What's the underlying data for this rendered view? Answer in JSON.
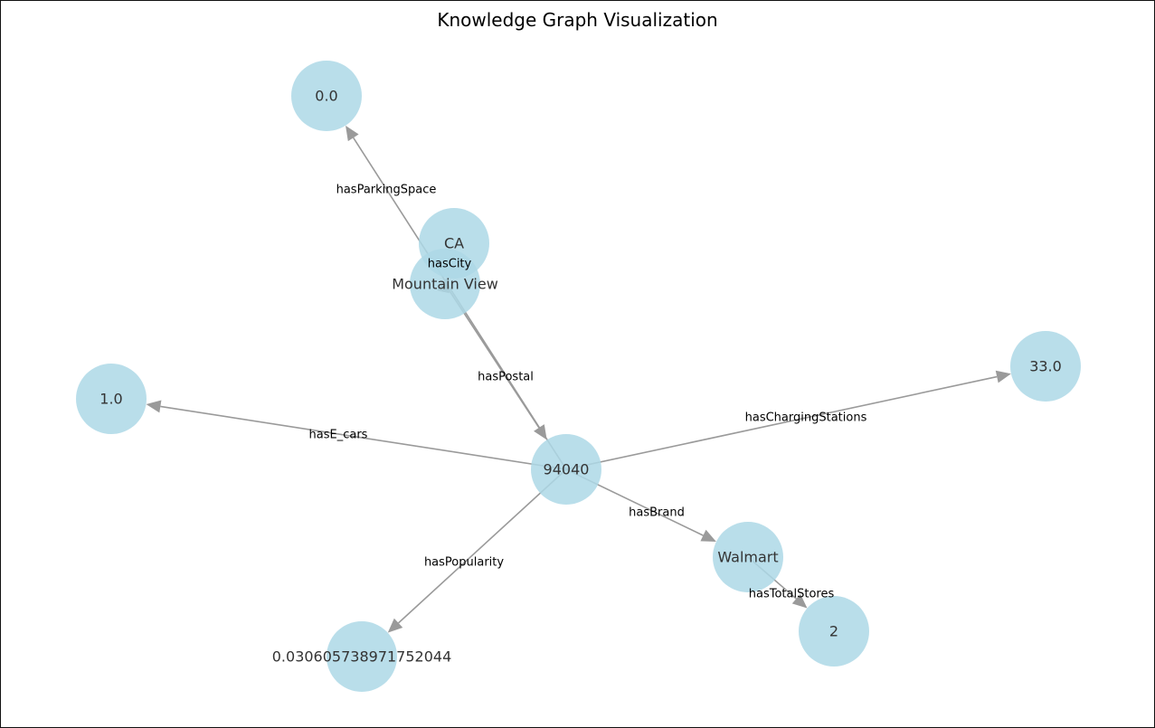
{
  "title": "Knowledge Graph Visualization",
  "colors": {
    "node_fill": "#add8e6",
    "edge_stroke": "#9a9a9a",
    "label_text": "#333333"
  },
  "nodes": [
    {
      "id": "n0",
      "label": "0.0"
    },
    {
      "id": "ca",
      "label": "CA"
    },
    {
      "id": "mv",
      "label": "Mountain View"
    },
    {
      "id": "n1",
      "label": "1.0"
    },
    {
      "id": "zip",
      "label": "94040"
    },
    {
      "id": "n33",
      "label": "33.0"
    },
    {
      "id": "wm",
      "label": "Walmart"
    },
    {
      "id": "pop",
      "label": "0.030605738971752044"
    },
    {
      "id": "n2",
      "label": "2"
    }
  ],
  "edges": [
    {
      "from": "zip",
      "to": "n0",
      "label": "hasParkingSpace"
    },
    {
      "from": "mv",
      "to": "ca",
      "label": "hasCity"
    },
    {
      "from": "mv",
      "to": "zip",
      "label": "hasPostal"
    },
    {
      "from": "zip",
      "to": "n1",
      "label": "hasE_cars"
    },
    {
      "from": "zip",
      "to": "n33",
      "label": "hasChargingStations"
    },
    {
      "from": "zip",
      "to": "wm",
      "label": "hasBrand"
    },
    {
      "from": "zip",
      "to": "pop",
      "label": "hasPopularity"
    },
    {
      "from": "wm",
      "to": "n2",
      "label": "hasTotalStores"
    }
  ]
}
